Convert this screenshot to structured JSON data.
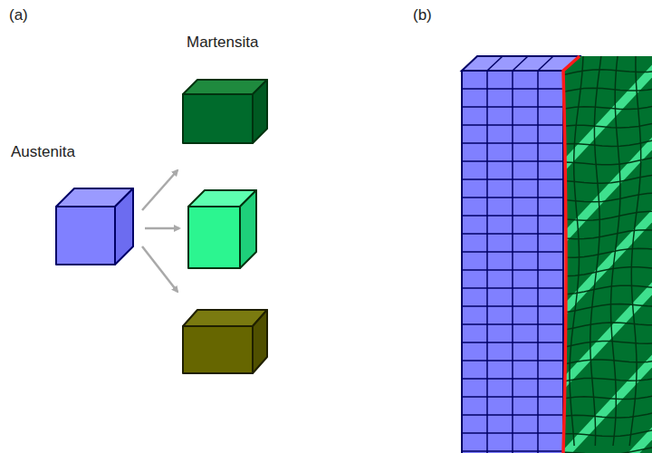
{
  "diagram": {
    "labels": [
      "(a)",
      "Martensita",
      "Austenita",
      "(b)"
    ]
  }
}
